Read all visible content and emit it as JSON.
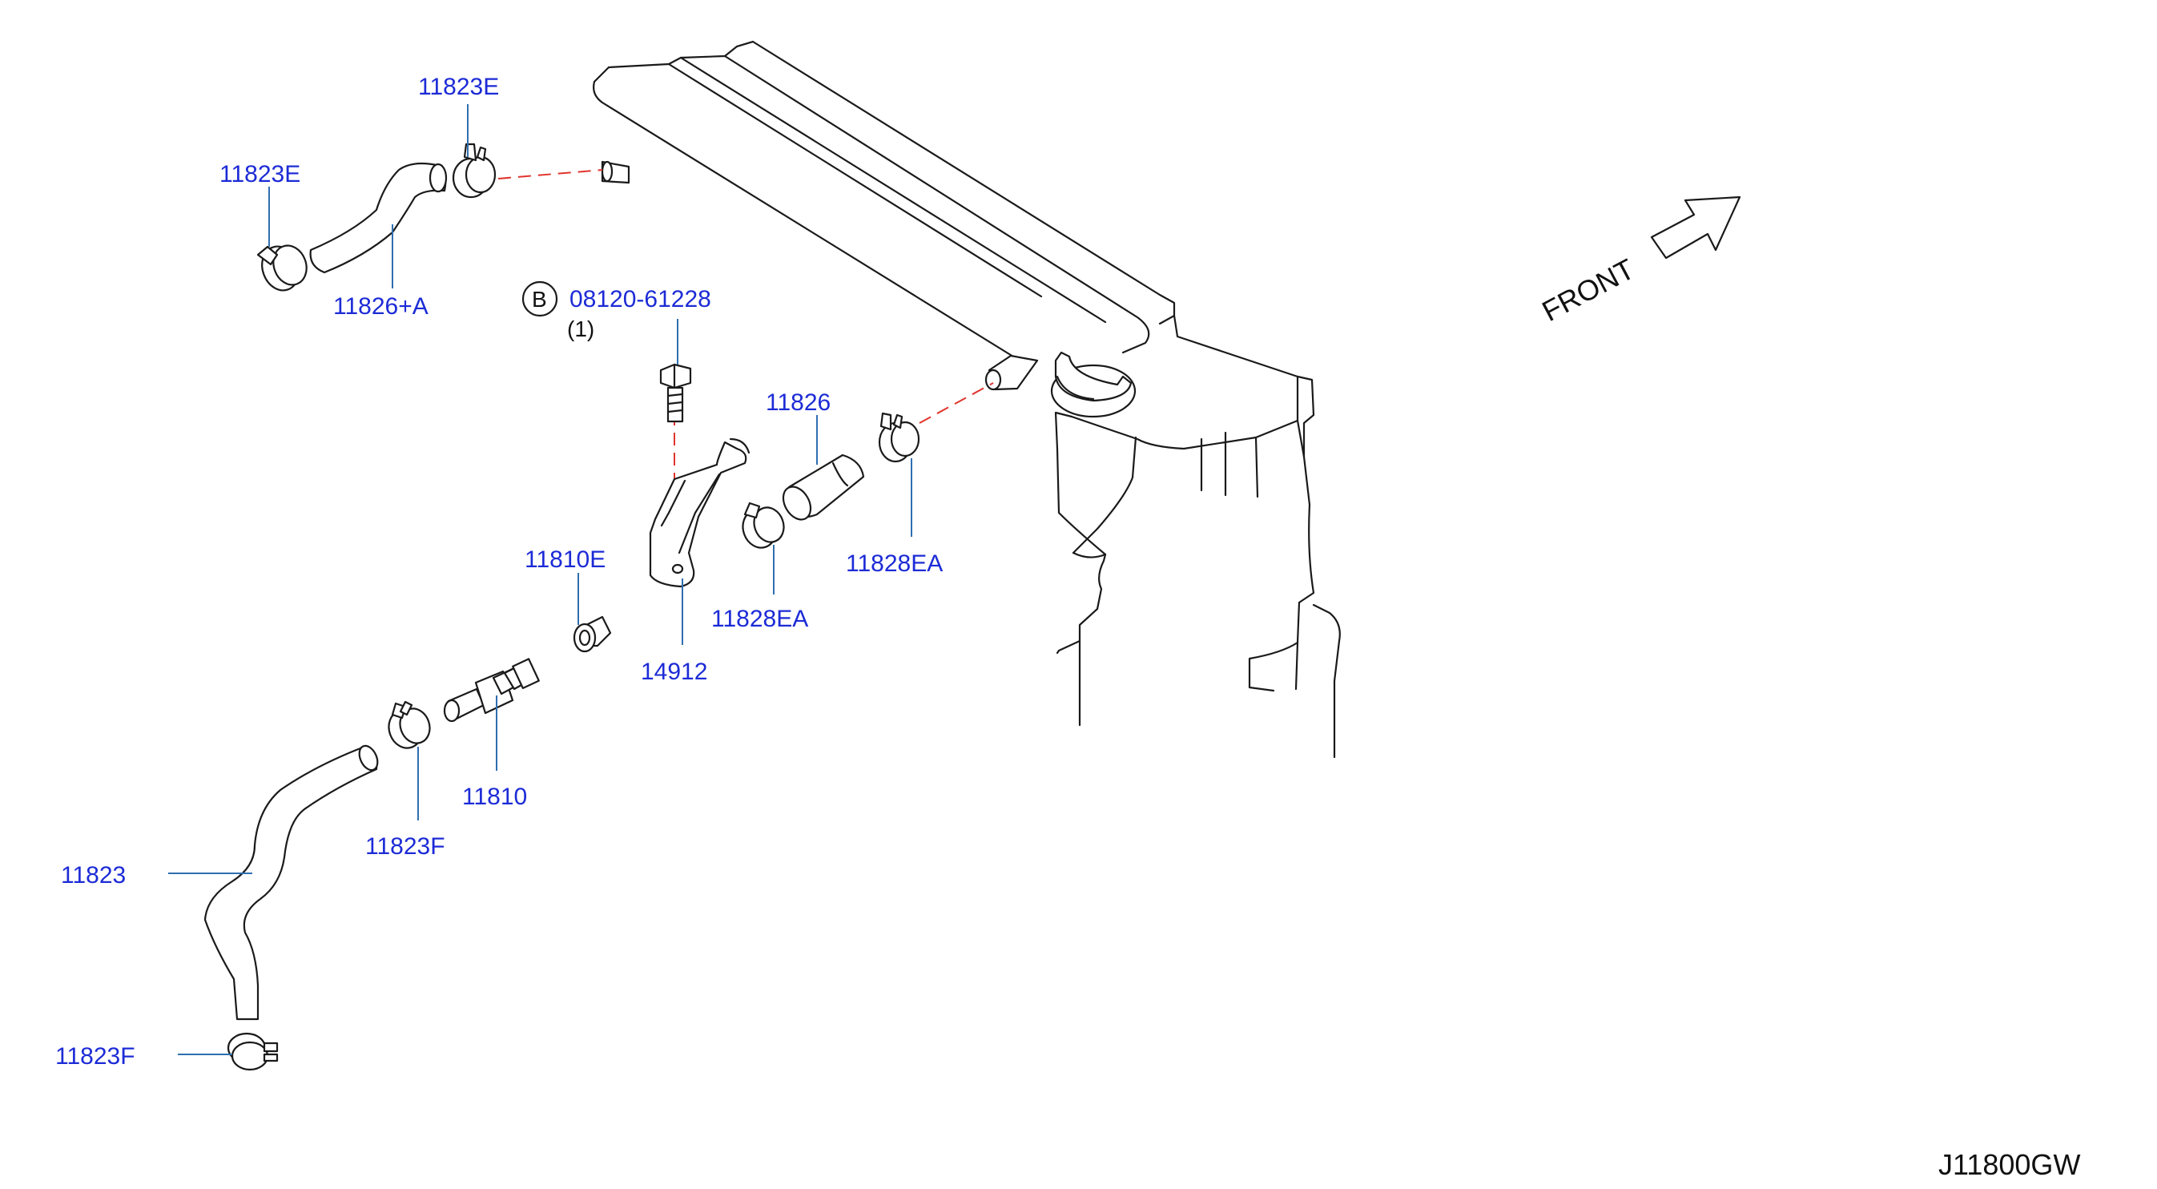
{
  "labels": {
    "clamp_top_right": "11823E",
    "clamp_top_left": "11823E",
    "hose_top": "11826+A",
    "bolt_code": "B",
    "bolt_part": "08120-61228",
    "bolt_qty": "(1)",
    "hose_mid": "11826",
    "clamp_mid_right": "11828EA",
    "clamp_mid_left": "11828EA",
    "bracket": "14912",
    "grommet": "11810E",
    "valve": "11810",
    "clamp_lower": "11823F",
    "hose_lower": "11823",
    "clamp_bottom": "11823F"
  },
  "front_label": "FRONT",
  "diagram_code": "J11800GW",
  "colors": {
    "part_number": "#1c2bd6",
    "leader": "#2f6fb0",
    "connection_dash": "#e0342c",
    "outline": "#1a1a1a"
  }
}
